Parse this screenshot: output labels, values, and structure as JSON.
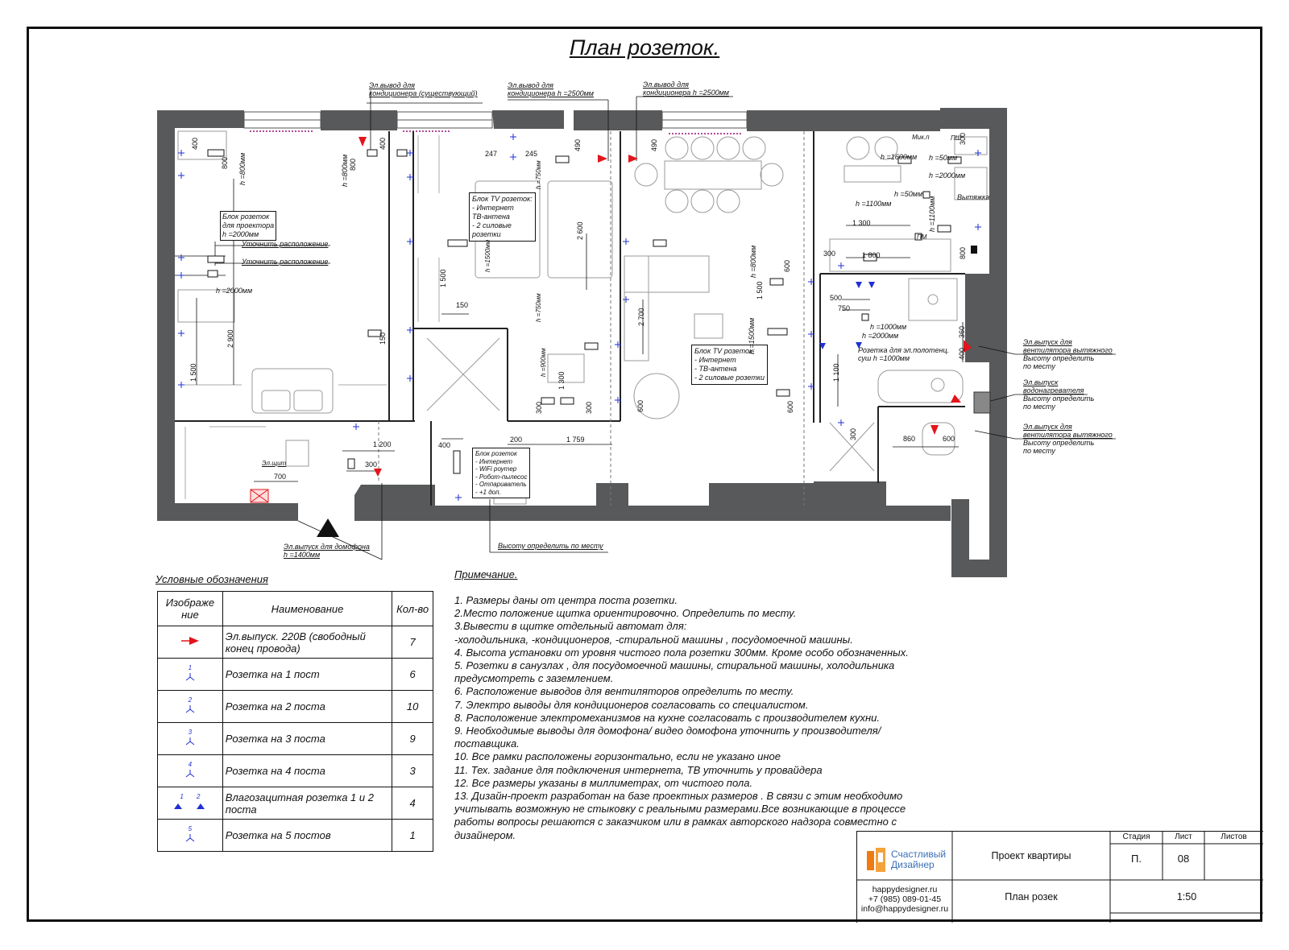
{
  "title": "План розеток.",
  "plan_labels": {
    "ac_existing": [
      "Эл.вывод для",
      "кондиционера (существующий)"
    ],
    "ac_1": [
      "Эл.вывод для",
      "кондиционера h =2500мм"
    ],
    "ac_2": [
      "Эл.вывод для",
      "кондиционера h =2500мм"
    ],
    "projector": [
      "Блок розеток",
      "для проектора",
      "h =2000мм"
    ],
    "clarify_1": "Уточнить расположение",
    "clarify_2": "Уточнить расположение",
    "h2000_left": "h =2000мм",
    "h800_left": "h =800мм",
    "h800_b": "h =800мм",
    "tv_block_1": [
      "Блок TV розеток:",
      "- Интернет",
      "ТВ-антена",
      "- 2 силовые",
      "розетки"
    ],
    "tv_block_2": [
      "Блок TV розеток:",
      "- Интернет",
      "- ТВ-антена",
      "- 2 силовые розетки"
    ],
    "router_block": [
      "Блок розеток",
      "- Интернет",
      "- WiFi роутер",
      "- Робот-пылесос",
      "- Отпариватель",
      "- +1 доп."
    ],
    "intercom": [
      "Эл.выпуск для домофона",
      "h =1400мм"
    ],
    "shield": "Эл.щит",
    "define_place": "Высоту определить по месту",
    "fan_1": [
      "Эл.выпуск для",
      "вентилятора вытяжного",
      "Высоту определить",
      "по месту"
    ],
    "boiler": [
      "Эл.выпуск",
      "водонагревателя",
      "Высоту определить",
      "по месту"
    ],
    "fan_2": [
      "Эл.выпуск для",
      "вентилятора вытяжного",
      "Высоту определить",
      "по месту"
    ],
    "towel": [
      "Розетка для эл.полотенц.",
      "суш h =1000мм"
    ],
    "h1600": "h =1600мм",
    "h50a": "h =50мм",
    "h2000k": "h =2000мм",
    "h50b": "h =50мм",
    "h1100": "h =1100мм",
    "hood": "Вытяжка",
    "h1000": "h =1000мм",
    "h2000b": "h =2000мм",
    "mik": "Мик.п",
    "psh": "ПШ",
    "pm": "ПМ",
    "h1500": "h =1500мм",
    "h750": "h =750мм",
    "h750b": "h =750мм",
    "h900": "h =900мм",
    "h1500b": "h =1500мм",
    "h800c": "h =800мм",
    "h1100v": "h =1100мм"
  },
  "dimensions": {
    "d400a": "400",
    "d800a": "800",
    "d800b": "800",
    "d400b": "400",
    "d247": "247",
    "d245": "245",
    "d490a": "490",
    "d490b": "490",
    "d2600": "2 600",
    "d1500": "1 500",
    "d150a": "150",
    "d150b": "150",
    "d2900": "2 900",
    "d1500b": "1 500",
    "d2700": "2 700",
    "d1300": "1 300",
    "d300a": "300",
    "d300b": "300",
    "d600a": "600",
    "d1200": "1 200",
    "d400c": "400",
    "d300c": "300",
    "d700": "700",
    "d200": "200",
    "d1759": "1 759",
    "d600b": "600",
    "d1500c": "1 500",
    "d600c": "600",
    "d1300b": "1 300",
    "d1800": "1 800",
    "d300d": "300",
    "d800d": "800",
    "d300e": "300",
    "d500": "500",
    "d750": "750",
    "d1100": "1 100",
    "d360": "360",
    "d400d": "400",
    "d300f": "300",
    "d860": "860",
    "d600d": "600"
  },
  "legend": {
    "title": "Условные обозначения",
    "headers": [
      "Изображе ние",
      "Наименование",
      "Кол-во"
    ],
    "rows": [
      {
        "symbol": "arrow-red",
        "sup": "",
        "name": "Эл.выпуск. 220В (свободный конец провода)",
        "qty": "7"
      },
      {
        "symbol": "socket",
        "sup": "1",
        "name": "Розетка на 1 пост",
        "qty": "6"
      },
      {
        "symbol": "socket",
        "sup": "2",
        "name": "Розетка на 2 поста",
        "qty": "10"
      },
      {
        "symbol": "socket",
        "sup": "3",
        "name": "Розетка на 3 поста",
        "qty": "9"
      },
      {
        "symbol": "socket",
        "sup": "4",
        "name": "Розетка на 4 поста",
        "qty": "3"
      },
      {
        "symbol": "waterproof",
        "sup": "1 2",
        "name": "Влагозацитная розетка 1 и 2 поста",
        "qty": "4"
      },
      {
        "symbol": "socket",
        "sup": "5",
        "name": "Розетка на 5 постов",
        "qty": "1"
      }
    ]
  },
  "notes": {
    "title": "Примечание.",
    "lines": [
      "1. Размеры даны от центра поста розетки.",
      "2.Место положение щитка ориентировочно. Определить по месту.",
      "3.Вывести в щитке отдельный автомат для:",
      " -холодильника, -кондиционеров, -стиральной машины , посудомоечной машины.",
      "4. Высота установки от уровня чистого пола розетки 300мм. Кроме особо обозначенных.",
      "5. Розетки в санузлах , для посудомоечной машины, стиральной машины, холодильника",
      "предусмотреть с заземлением.",
      "6. Расположение выводов для вентиляторов определить по месту.",
      "7. Электро выводы для кондиционеров согласовать со специалистом.",
      "8. Расположение электромеханизмов на кухне согласовать с производителем кухни.",
      "9. Необходимые выводы для домофона/ видео домофона уточнить у производителя/",
      "поставщика.",
      "10. Все рамки расположены горизонтально, если не указано иное",
      "11. Тех. задание для подключения интернета, ТВ уточнить у провайдера",
      "12.  Все размеры указаны в миллиметрах, от чистого пола.",
      "13. Дизайн-проект разработан на базе проектных размеров . В связи с этим необходимо",
      "учитывать возможную не стыковку с реальными размерами.Все возникающие в процессе",
      "работы вопросы решаются с заказчиком или в рамках авторского надзора совместно с",
      "дизайнером."
    ]
  },
  "stamp": {
    "brand": [
      "Счастливый",
      "Дизайнер"
    ],
    "project": "Проект квартиры",
    "stage_header": "Стадия",
    "sheet_header": "Лист",
    "sheets_header": "Листов",
    "stage": "П.",
    "sheet": "08",
    "sheets": "",
    "contacts": [
      "happydesigner.ru",
      "+7 (985) 089-01-45",
      "info@happydesigner.ru"
    ],
    "drawing": "План розек",
    "scale": "1:50"
  },
  "colors": {
    "wall": "#58595b",
    "accent_red": "#e3141b",
    "socket_blue": "#1f2fd6",
    "brand_orange": "#f07a12",
    "brand_blue": "#3b6fb6"
  }
}
